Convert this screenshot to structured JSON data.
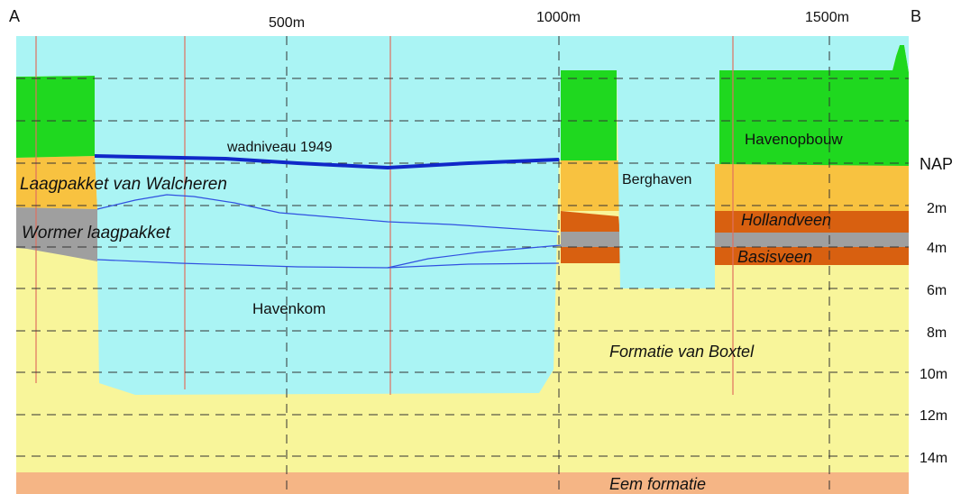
{
  "endpoints": {
    "left": "A",
    "right": "B"
  },
  "distance_ticks": [
    "500m",
    "1000m",
    "1500m"
  ],
  "depth_labels": [
    "NAP",
    "2m",
    "4m",
    "6m",
    "8m",
    "10m",
    "12m",
    "14m"
  ],
  "layers": {
    "havenopbouw": "Havenopbouw",
    "walcheren": "Laagpakket van Walcheren",
    "wormer": "Wormer laagpakket",
    "hollandveen": "Hollandveen",
    "basisveen": "Basisveen",
    "boxtel": "Formatie van Boxtel",
    "eem": "Eem formatie"
  },
  "water": {
    "havenkom": "Havenkom",
    "berghaven": "Berghaven",
    "wadniveau": "wadniveau 1949"
  },
  "colors": {
    "water": "#aaf4f4",
    "havenopbouw": "#1fd81f",
    "walcheren": "#f8c240",
    "wormer": "#9f9f9f",
    "peat": "#d86010",
    "boxtel": "#f8f59a",
    "eem": "#f5b585",
    "wadline": "#1028c8",
    "bores": "#e07060"
  }
}
